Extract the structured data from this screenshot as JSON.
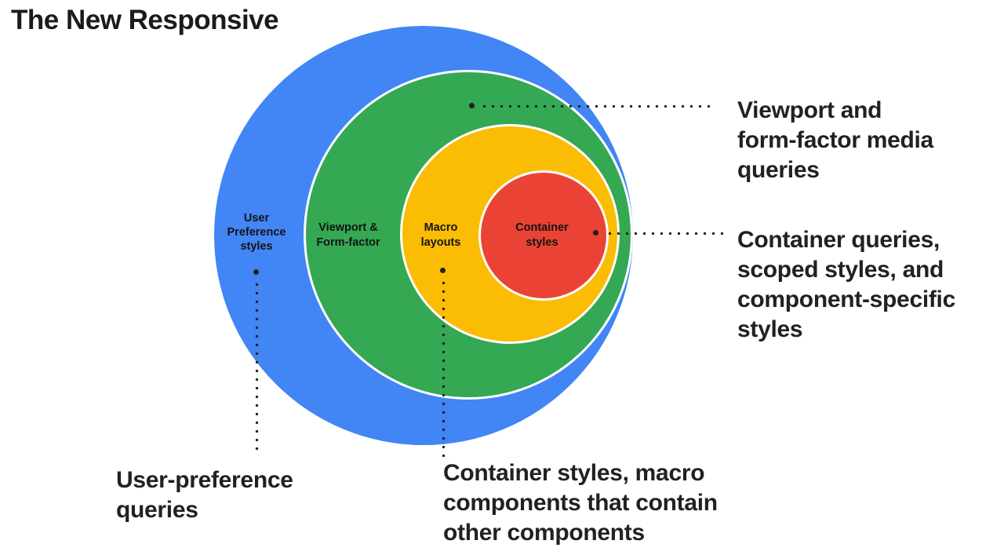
{
  "title": "The New Responsive",
  "rings": [
    {
      "id": "user-preference-styles",
      "label": "User\nPreference\nstyles",
      "color": "#4285F4"
    },
    {
      "id": "viewport-form-factor",
      "label": "Viewport &\nForm-factor",
      "color": "#34A853"
    },
    {
      "id": "macro-layouts",
      "label": "Macro\nlayouts",
      "color": "#FBBC04"
    },
    {
      "id": "container-styles",
      "label": "Container\nstyles",
      "color": "#EA4335"
    }
  ],
  "annotations": {
    "viewport_media_queries": "Viewport and\nform-factor media\nqueries",
    "container_queries": "Container queries,\nscoped styles, and\ncomponent-specific\nstyles",
    "user_preference_queries": "User-preference\nqueries",
    "container_styles_macro": "Container styles, macro\ncomponents that contain\nother components"
  },
  "colors": {
    "text": "#202124",
    "leader_line": "#202124",
    "background": "#ffffff"
  }
}
